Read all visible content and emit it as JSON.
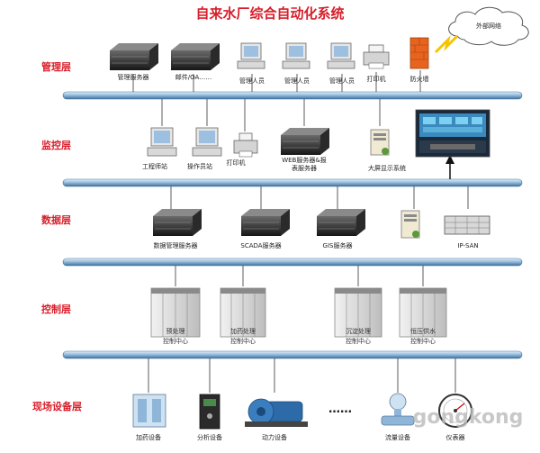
{
  "title": "自来水厂综合自动化系统",
  "cloud": {
    "label": "外部网络"
  },
  "layers": {
    "management": "管理层",
    "monitoring": "监控层",
    "data": "数据层",
    "control": "控制层",
    "field": "现场设备层"
  },
  "management": {
    "server1": "管理服务器",
    "server2": "邮件/OA……",
    "user1": "管理人员",
    "user2": "管理人员",
    "user3": "管理人员",
    "printer": "打印机",
    "firewall": "防火墙"
  },
  "monitoring": {
    "station1": "工程师站",
    "station2": "操作员站",
    "printer": "打印机",
    "web_server_l1": "WEB服务器&报",
    "web_server_l2": "表服务器",
    "display": "大屏显示系统"
  },
  "data_layer": {
    "server1": "数据管理服务器",
    "server2": "SCADA服务器",
    "server3": "GIS服务器",
    "storage": "IP-SAN"
  },
  "control": [
    {
      "l1": "预处理",
      "l2": "控制中心"
    },
    {
      "l1": "加药处理",
      "l2": "控制中心"
    },
    {
      "l1": "沉淀处理",
      "l2": "控制中心"
    },
    {
      "l1": "恒压供水",
      "l2": "控制中心"
    }
  ],
  "field": {
    "dosing": "加药设备",
    "analysis": "分析设备",
    "power": "动力设备",
    "ellipsis": "……",
    "flow": "流量设备",
    "instrument": "仪表器"
  },
  "watermark": "gongkong"
}
